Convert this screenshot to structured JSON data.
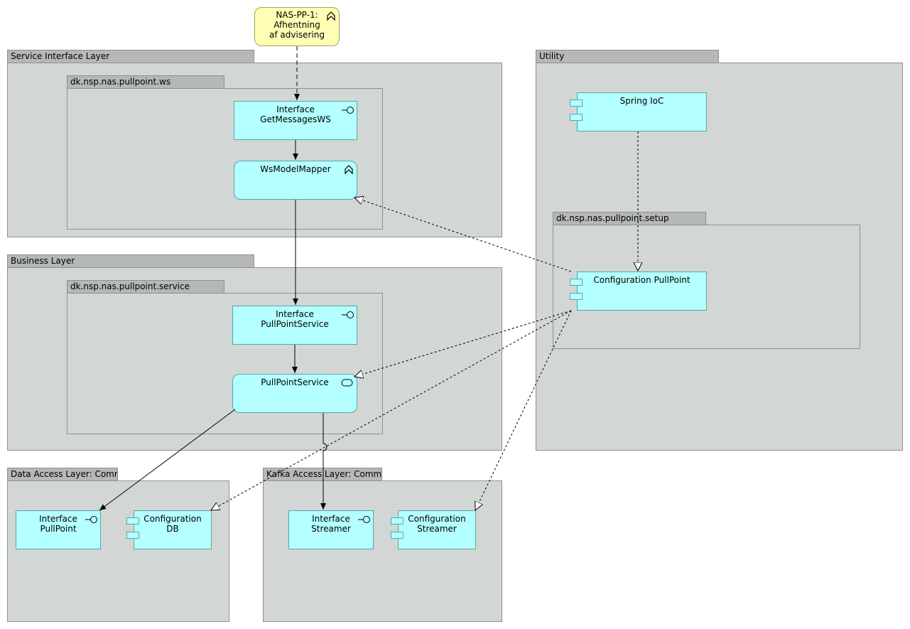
{
  "layers": {
    "service_interface": "Service Interface Layer",
    "business": "Business Layer",
    "data_access": "Data Access Layer: Common DB",
    "kafka_access": "Kafka Access Layer: Common Kafka",
    "utility": "Utility"
  },
  "packages": {
    "ws": "dk.nsp.nas.pullpoint.ws",
    "service": "dk.nsp.nas.pullpoint.service",
    "setup": "dk.nsp.nas.pullpoint.setup"
  },
  "nodes": {
    "requirement": "NAS-PP-1:\nAfhentning\naf advisering",
    "get_messages_ws": "Interface\nGetMessagesWS",
    "ws_model_mapper": "WsModelMapper",
    "pullpoint_service_interface": "Interface\nPullPointService",
    "pullpoint_service": "PullPointService",
    "pullpoint_interface": "Interface\nPullPoint",
    "configuration_db": "Configuration\nDB",
    "streamer_interface": "Interface\nStreamer",
    "configuration_streamer": "Configuration\nStreamer",
    "spring_ioc": "Spring IoC",
    "configuration_pullpoint": "Configuration PullPoint"
  },
  "colors": {
    "layer_fill": "#d2d7d5",
    "tab_fill": "#b5b8b7",
    "node_fill": "#b4ffff",
    "requirement_fill": "#fffeb4"
  }
}
